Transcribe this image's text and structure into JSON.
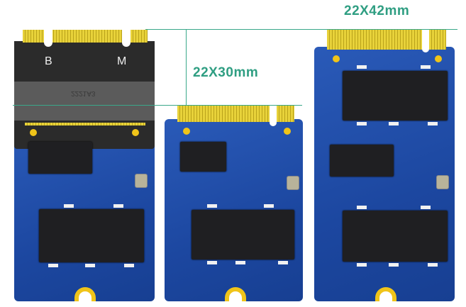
{
  "labels": {
    "size_42": "22X42mm",
    "size_30": "22X30mm"
  },
  "connector": {
    "key_b": "B",
    "key_m": "M",
    "part_code": "2221A3"
  },
  "colors": {
    "dimension_line": "#3aa88a",
    "pcb": "#1c47a0",
    "gold_fingers": "#e8d23a"
  }
}
